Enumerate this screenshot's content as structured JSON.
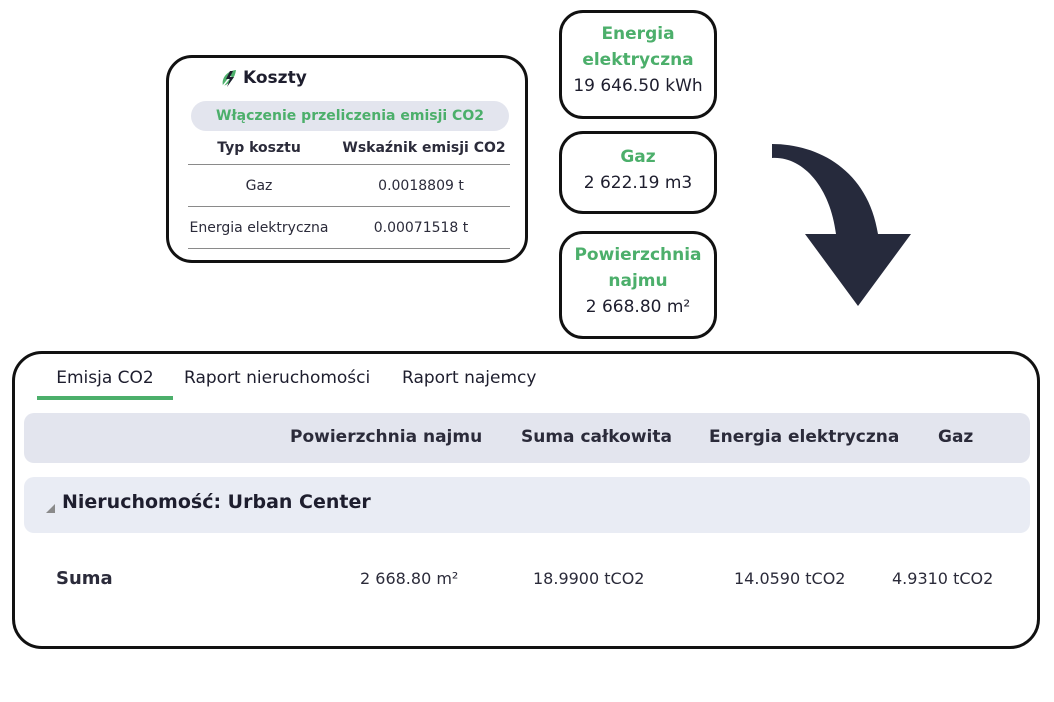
{
  "costs_card": {
    "title": "Koszty",
    "icon": "leaf-lightning-icon",
    "co2_toggle_label": "Włączenie przeliczenia emisji CO2",
    "columns": [
      "Typ kosztu",
      "Wskaźnik emisji CO2"
    ],
    "rows": [
      {
        "type": "Gaz",
        "factor": "0.0018809 t"
      },
      {
        "type": "Energia elektryczna",
        "factor": "0.00071518 t"
      }
    ]
  },
  "stats": {
    "energy": {
      "label": "Energia elektryczna",
      "value": "19 646.50 kWh"
    },
    "gas": {
      "label": "Gaz",
      "value": "2 622.19 m3"
    },
    "area": {
      "label": "Powierzchnia najmu",
      "value": "2 668.80 m²"
    }
  },
  "report": {
    "tabs": [
      "Emisja CO2",
      "Raport nieruchomości",
      "Raport najemcy"
    ],
    "active_tab": 0,
    "columns": [
      "Powierzchnia najmu",
      "Suma całkowita",
      "Energia elektryczna",
      "Gaz"
    ],
    "group_title": "Nieruchomość: Urban Center",
    "sum_row": {
      "label": "Suma",
      "area": "2 668.80 m²",
      "total": "18.9900 tCO2",
      "energy": "14.0590 tCO2",
      "gas": "4.9310 tCO2"
    }
  },
  "colors": {
    "accent_green": "#4caf6b",
    "header_bg": "#e3e5ee",
    "arrow": "#262a3c"
  }
}
